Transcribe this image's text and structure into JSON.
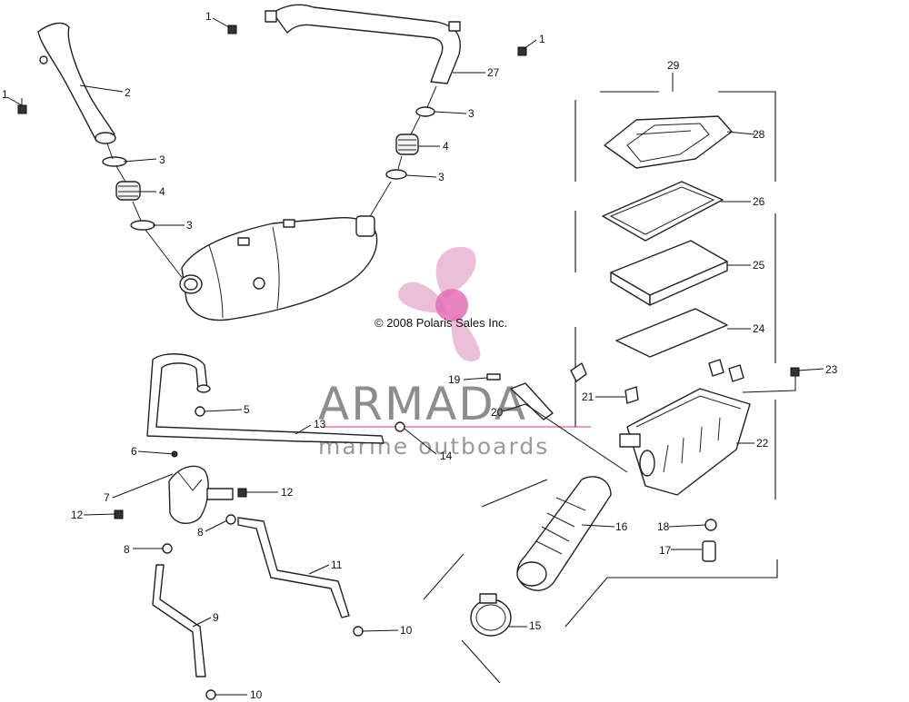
{
  "copyright": "© 2008 Polaris Sales Inc.",
  "watermark": {
    "brand": "ARMADA",
    "tagline": "marine outboards",
    "logo": "propeller-logo",
    "logo_color": "#e8b4d4",
    "logo_hub_color": "#e56fb5"
  },
  "callouts": [
    {
      "id": "c1a",
      "text": "1"
    },
    {
      "id": "c1b",
      "text": "1"
    },
    {
      "id": "c1c",
      "text": "1"
    },
    {
      "id": "c2",
      "text": "2"
    },
    {
      "id": "c3a",
      "text": "3"
    },
    {
      "id": "c3b",
      "text": "3"
    },
    {
      "id": "c3c",
      "text": "3"
    },
    {
      "id": "c3d",
      "text": "3"
    },
    {
      "id": "c4a",
      "text": "4"
    },
    {
      "id": "c4b",
      "text": "4"
    },
    {
      "id": "c5",
      "text": "5"
    },
    {
      "id": "c6",
      "text": "6"
    },
    {
      "id": "c7",
      "text": "7"
    },
    {
      "id": "c8a",
      "text": "8"
    },
    {
      "id": "c8b",
      "text": "8"
    },
    {
      "id": "c9",
      "text": "9"
    },
    {
      "id": "c10a",
      "text": "10"
    },
    {
      "id": "c10b",
      "text": "10"
    },
    {
      "id": "c11",
      "text": "11"
    },
    {
      "id": "c12a",
      "text": "12"
    },
    {
      "id": "c12b",
      "text": "12"
    },
    {
      "id": "c13",
      "text": "13"
    },
    {
      "id": "c14",
      "text": "14"
    },
    {
      "id": "c15",
      "text": "15"
    },
    {
      "id": "c16",
      "text": "16"
    },
    {
      "id": "c17",
      "text": "17"
    },
    {
      "id": "c18",
      "text": "18"
    },
    {
      "id": "c19",
      "text": "19"
    },
    {
      "id": "c20",
      "text": "20"
    },
    {
      "id": "c21",
      "text": "21"
    },
    {
      "id": "c22",
      "text": "22"
    },
    {
      "id": "c23",
      "text": "23"
    },
    {
      "id": "c24",
      "text": "24"
    },
    {
      "id": "c25",
      "text": "25"
    },
    {
      "id": "c26",
      "text": "26"
    },
    {
      "id": "c27",
      "text": "27"
    },
    {
      "id": "c28",
      "text": "28"
    },
    {
      "id": "c29",
      "text": "29"
    }
  ]
}
